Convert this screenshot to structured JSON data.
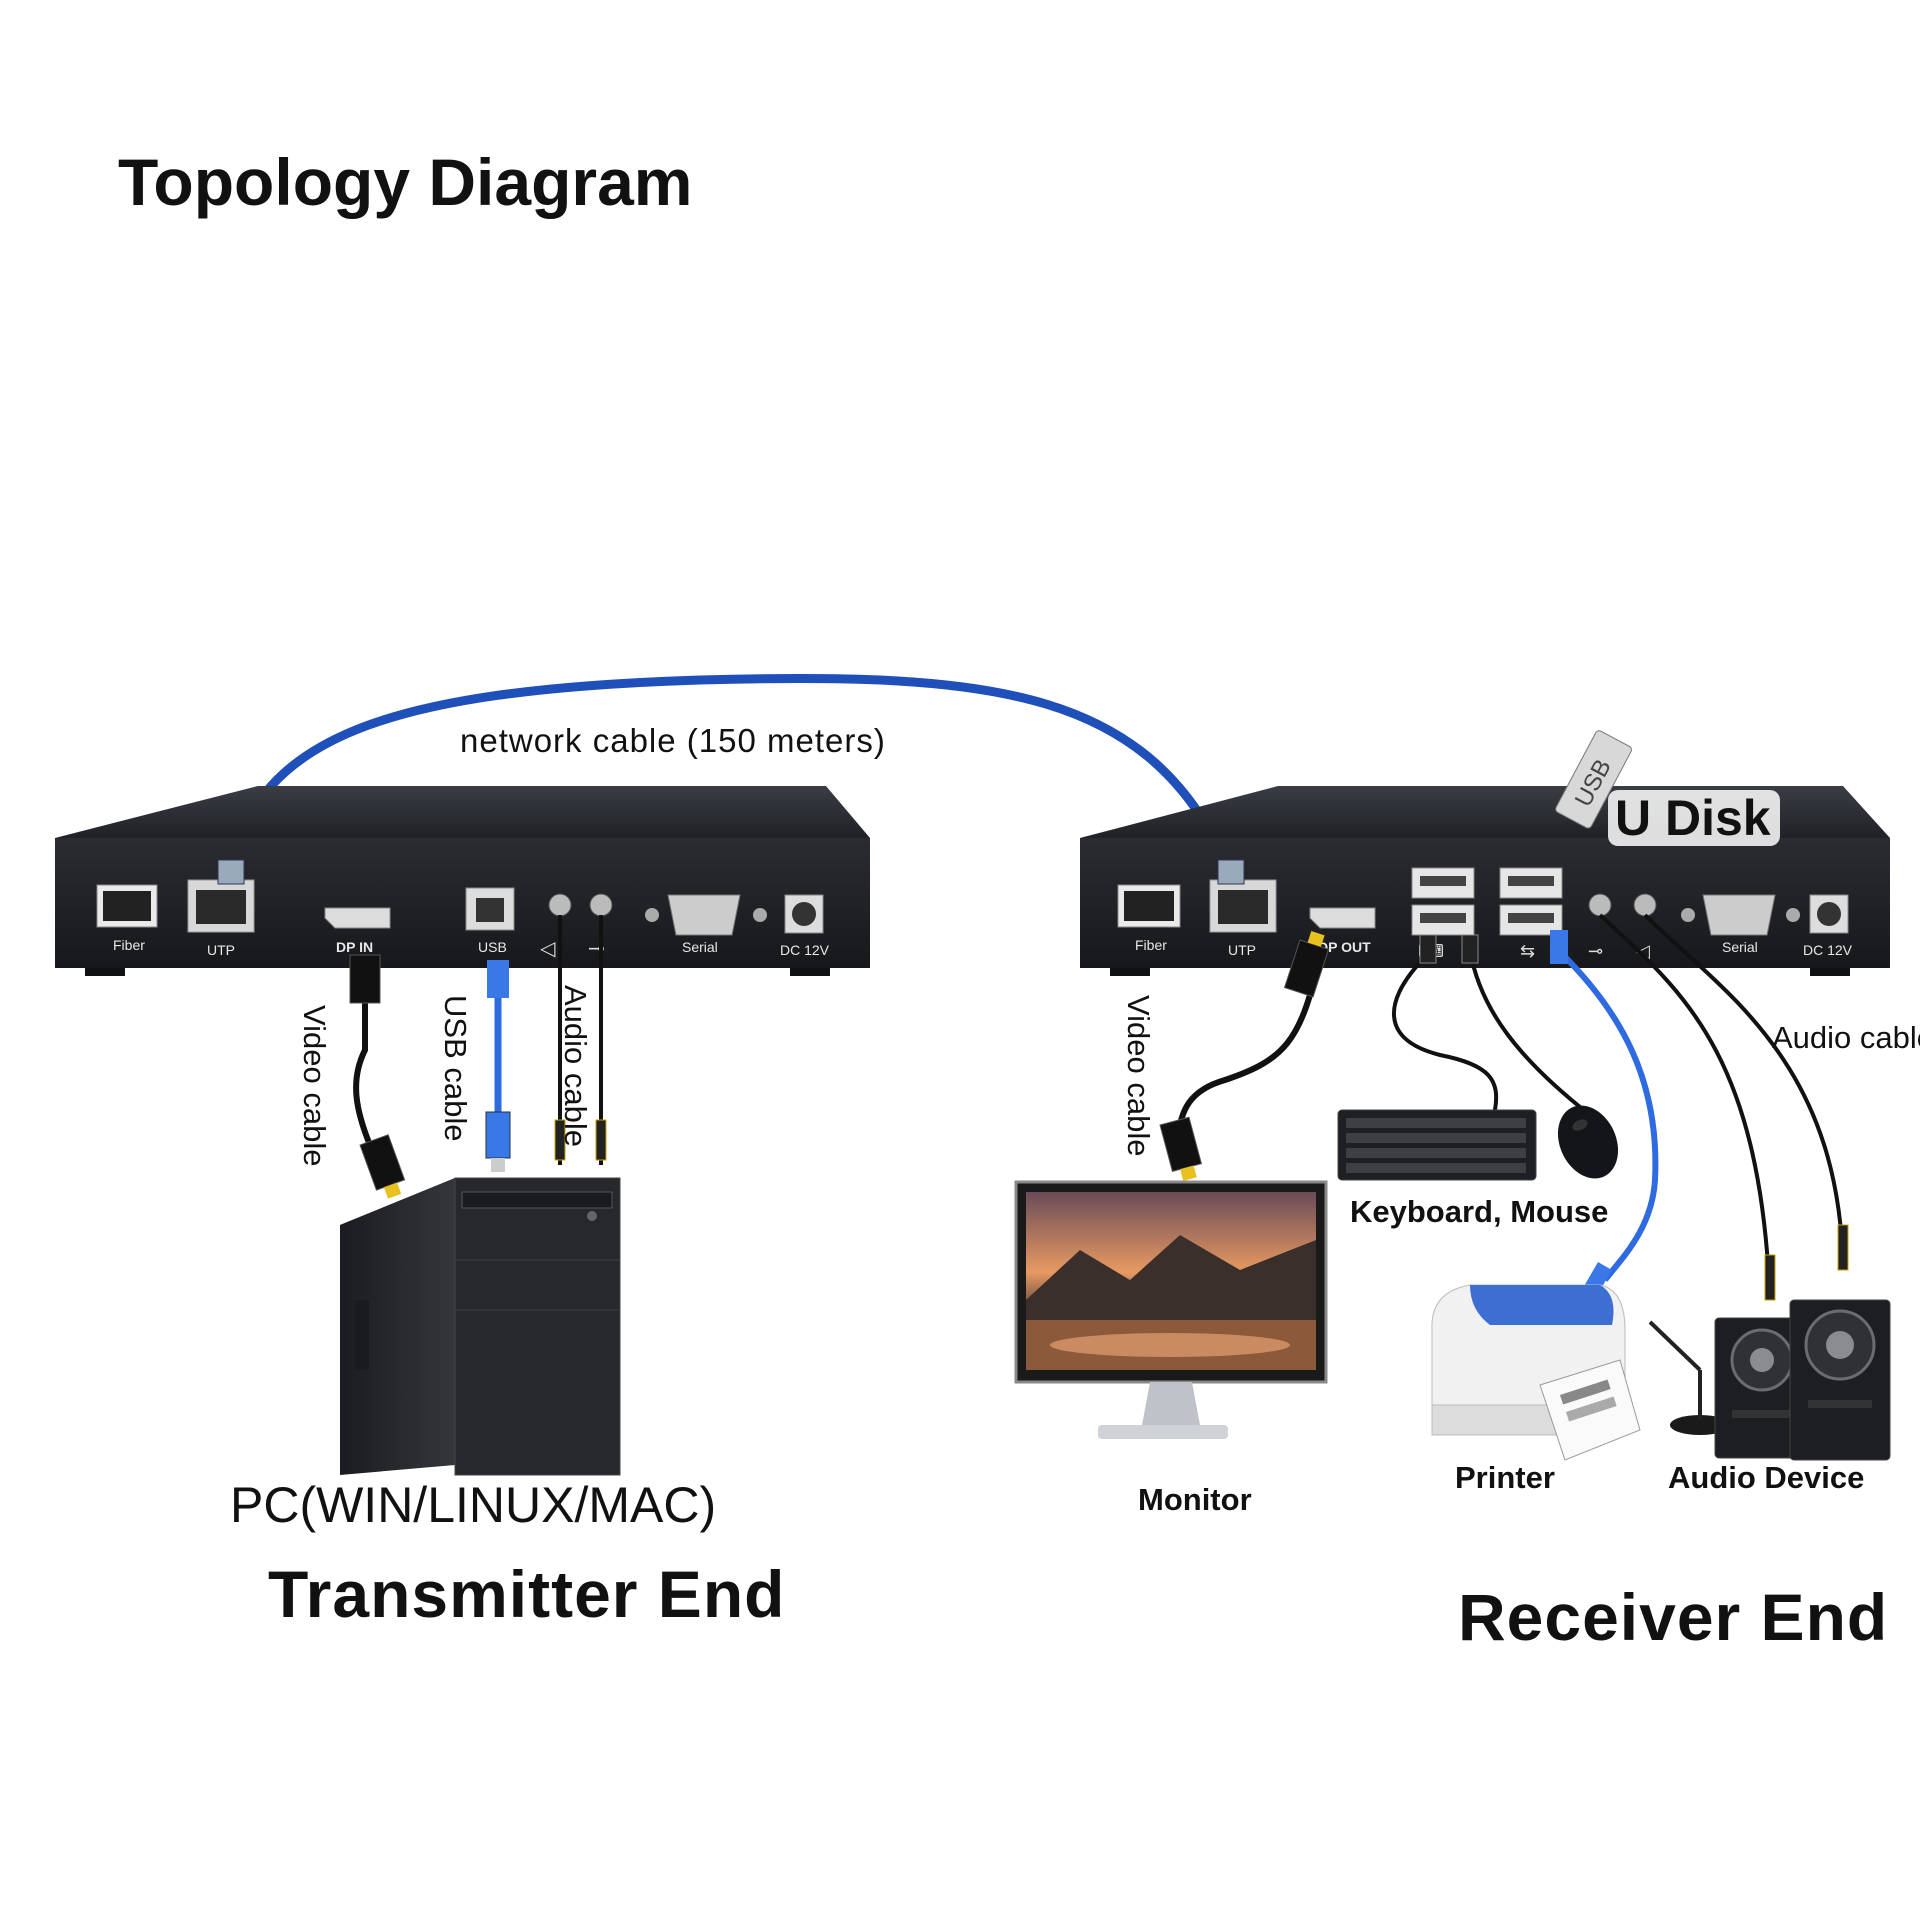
{
  "title": "Topology Diagram",
  "network_cable_label": "network cable (150 meters)",
  "udisk_label": "U Disk",
  "udisk_stick_label": "USB",
  "transmitter": {
    "end_label": "Transmitter  End",
    "pc_label": "PC(WIN/LINUX/MAC)",
    "ports": [
      "Fiber",
      "UTP",
      "DP IN",
      "USB",
      "Serial",
      "DC 12V"
    ],
    "cables": {
      "video": "Video cable",
      "usb": "USB cable",
      "audio": "Audio cable"
    }
  },
  "receiver": {
    "end_label": "Receiver  End",
    "ports": [
      "Fiber",
      "UTP",
      "DP OUT",
      "Serial",
      "DC 12V"
    ],
    "cables": {
      "video": "Video cable",
      "audio": "Audio cable"
    },
    "devices": {
      "monitor": "Monitor",
      "keyboard_mouse": "Keyboard, Mouse",
      "printer": "Printer",
      "audio_device": "Audio Device"
    }
  },
  "colors": {
    "device_body": "#24262b",
    "network_cable": "#1f4fb8",
    "usb_cable": "#2f6be0",
    "black_cable": "#111111",
    "connector_yellow": "#e8c020"
  }
}
